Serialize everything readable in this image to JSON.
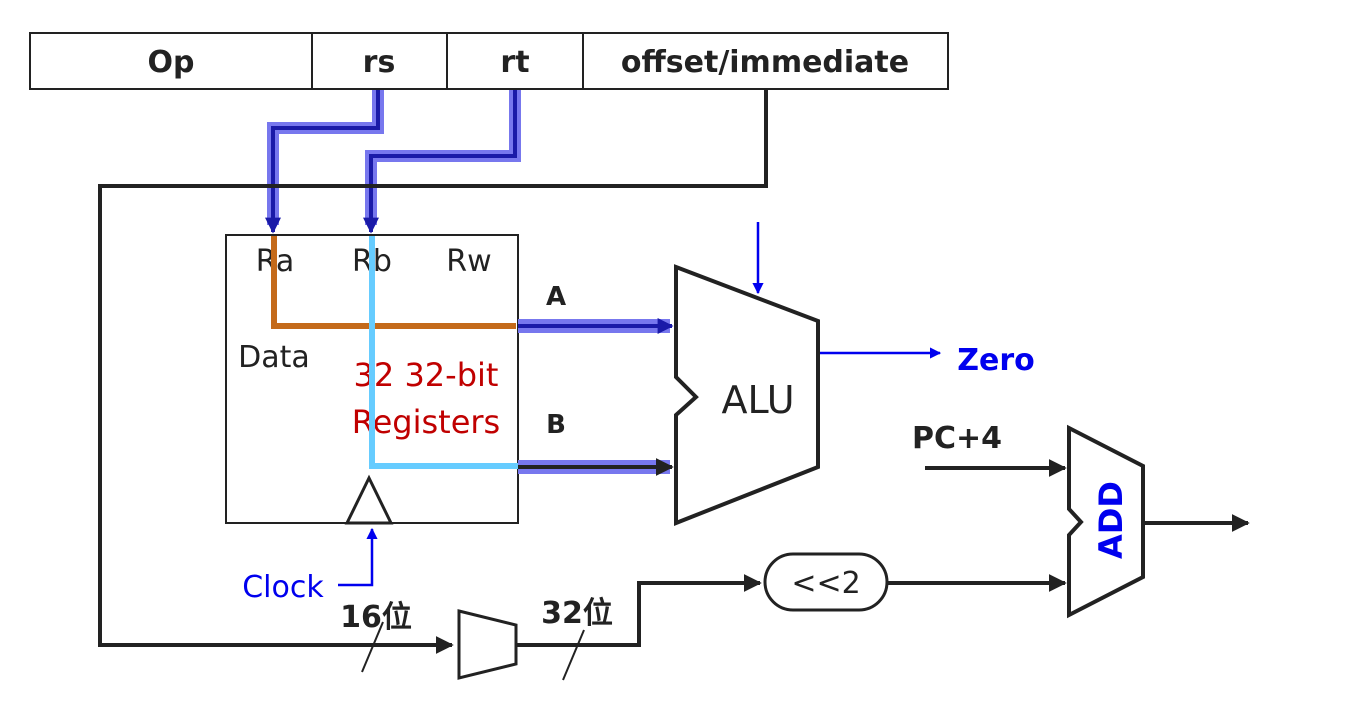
{
  "instruction_format": {
    "fields": [
      "Op",
      "rs",
      "rt",
      "offset/immediate"
    ]
  },
  "register_file": {
    "ports": [
      "Ra",
      "Rb",
      "Rw"
    ],
    "data_label": "Data",
    "title_line1": "32 32-bit",
    "title_line2": "Registers",
    "clock_label": "Clock"
  },
  "alu": {
    "label": "ALU",
    "input_a": "A",
    "input_b": "B",
    "output": "Zero"
  },
  "adder": {
    "label": "ADD",
    "input": "PC+4"
  },
  "shifter": {
    "label": "<<2"
  },
  "sign_extend": {
    "in_width": "16位",
    "out_width": "32位"
  },
  "colors": {
    "black": "#222222",
    "blue": "#0000ee",
    "dark_blue": "#1a1aa8",
    "light_blue_halo": "#7777ee",
    "orange": "#c46a1a",
    "cyan": "#66ccff",
    "red": "#c00000"
  }
}
